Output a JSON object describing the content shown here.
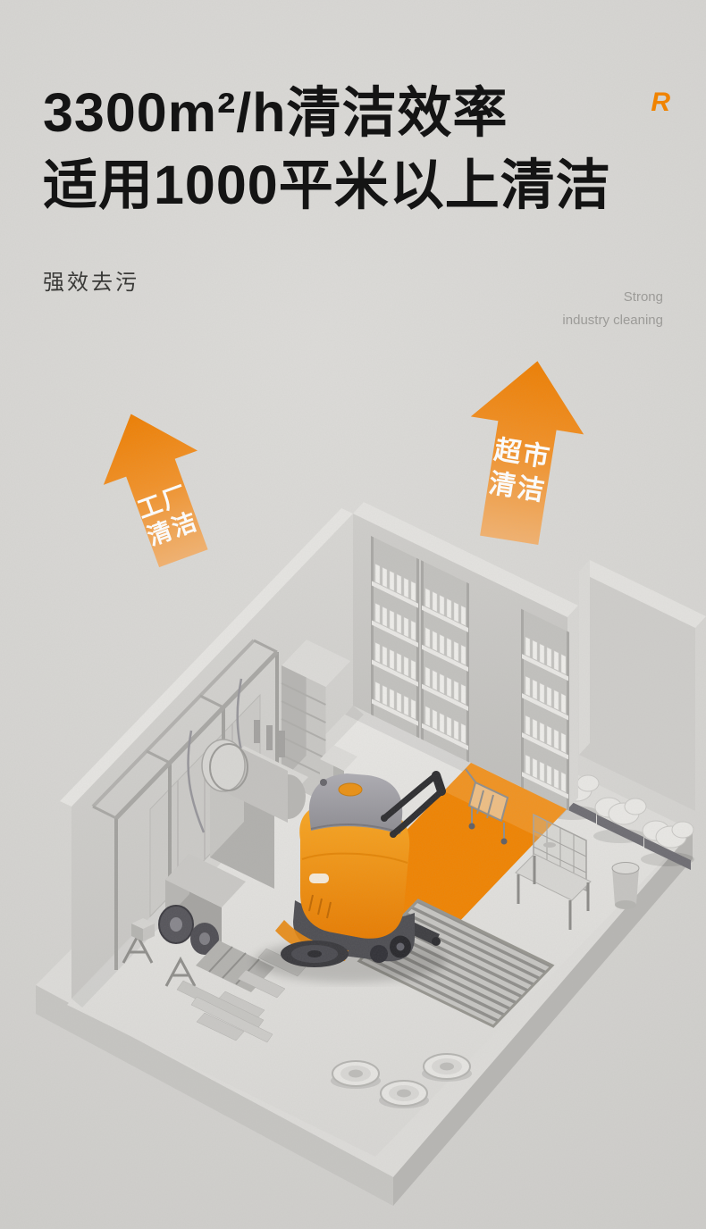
{
  "page": {
    "background": "#d7d6d3",
    "accent": "#f08300"
  },
  "header": {
    "logo": "R",
    "title_line1": "3300m²/h清洁效率",
    "title_line2": "适用1000平米以上清洁",
    "subtitle": "强效去污",
    "caption_line1": "Strong",
    "caption_line2": "industry cleaning"
  },
  "arrows": {
    "factory": {
      "line1": "工厂",
      "line2": "清洁"
    },
    "supermarket": {
      "line1": "超市",
      "line2": "清洁"
    }
  },
  "scene": {
    "machine_body_color": "#f08300",
    "machine_tank_color": "#97969c",
    "machine_base_color": "#4d4d52",
    "clean_path_color": "#f08300"
  }
}
